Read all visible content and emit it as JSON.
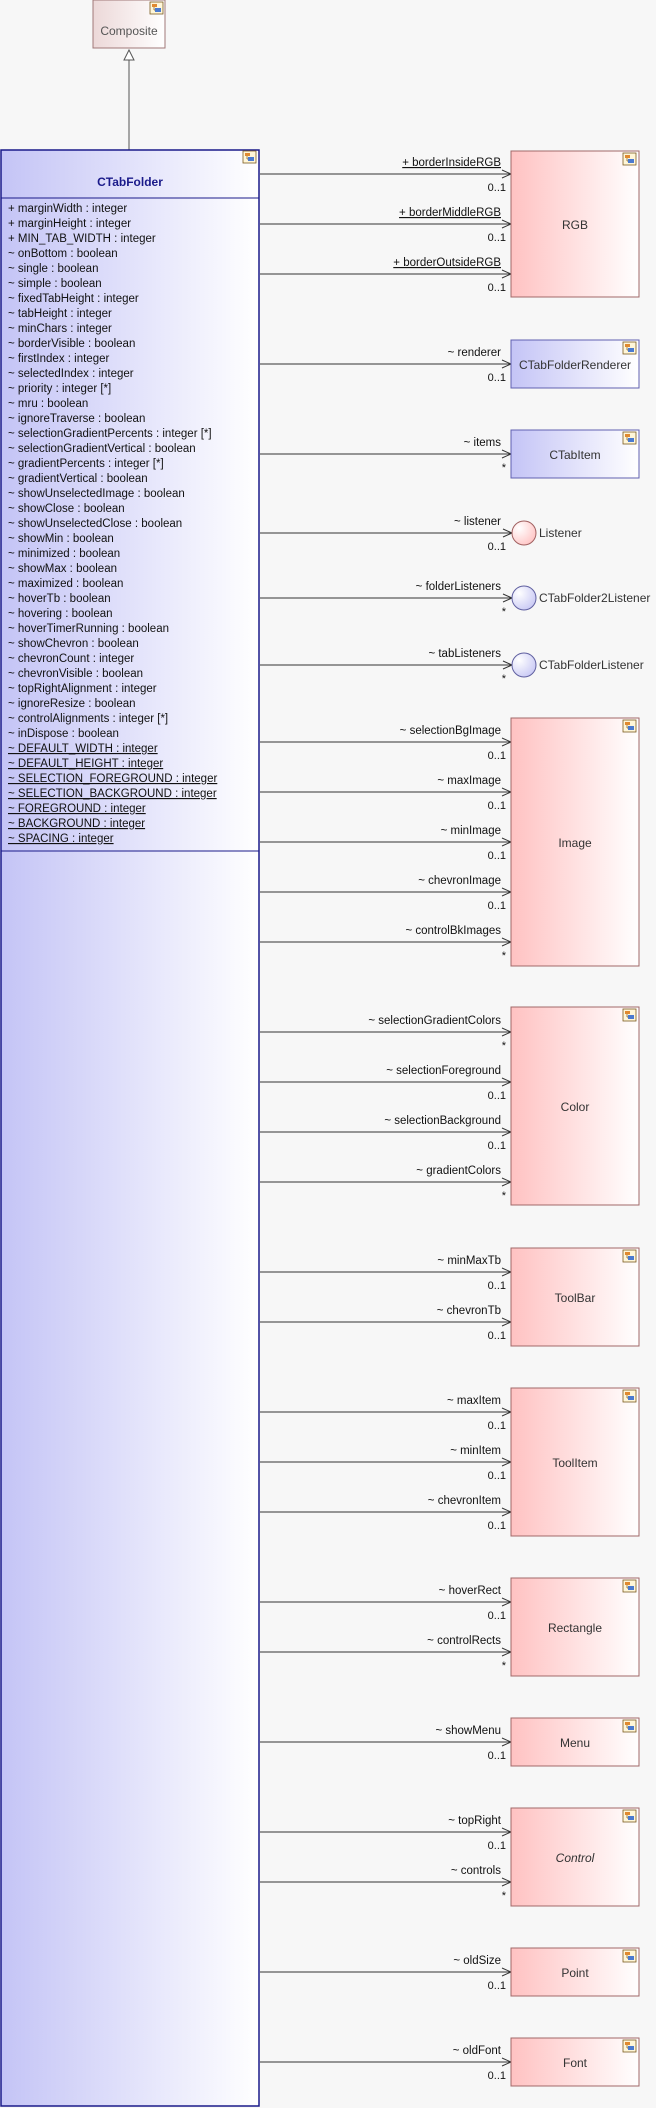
{
  "colors": {
    "blue_fill": "#c7c7f7",
    "blue_border": "#1a1a8a",
    "pink_fill": "#ffc4c4",
    "gray_fill": "#eedede",
    "title_blue": "#1a1a8a"
  },
  "icon": "class-stereotype-icon",
  "composite": {
    "name": "Composite"
  },
  "main": {
    "name": "CTabFolder",
    "attributes": [
      {
        "text": "+ marginWidth : integer",
        "underline": false
      },
      {
        "text": "+ marginHeight : integer",
        "underline": false
      },
      {
        "text": "+ MIN_TAB_WIDTH : integer",
        "underline": false
      },
      {
        "text": "~ onBottom : boolean",
        "underline": false
      },
      {
        "text": "~ single : boolean",
        "underline": false
      },
      {
        "text": "~ simple : boolean",
        "underline": false
      },
      {
        "text": "~ fixedTabHeight : integer",
        "underline": false
      },
      {
        "text": "~ tabHeight : integer",
        "underline": false
      },
      {
        "text": "~ minChars : integer",
        "underline": false
      },
      {
        "text": "~ borderVisible : boolean",
        "underline": false
      },
      {
        "text": "~ firstIndex : integer",
        "underline": false
      },
      {
        "text": "~ selectedIndex : integer",
        "underline": false
      },
      {
        "text": "~ priority : integer [*]",
        "underline": false
      },
      {
        "text": "~ mru : boolean",
        "underline": false
      },
      {
        "text": "~ ignoreTraverse : boolean",
        "underline": false
      },
      {
        "text": "~ selectionGradientPercents : integer [*]",
        "underline": false
      },
      {
        "text": "~ selectionGradientVertical : boolean",
        "underline": false
      },
      {
        "text": "~ gradientPercents : integer [*]",
        "underline": false
      },
      {
        "text": "~ gradientVertical : boolean",
        "underline": false
      },
      {
        "text": "~ showUnselectedImage : boolean",
        "underline": false
      },
      {
        "text": "~ showClose : boolean",
        "underline": false
      },
      {
        "text": "~ showUnselectedClose : boolean",
        "underline": false
      },
      {
        "text": "~ showMin : boolean",
        "underline": false
      },
      {
        "text": "~ minimized : boolean",
        "underline": false
      },
      {
        "text": "~ showMax : boolean",
        "underline": false
      },
      {
        "text": "~ maximized : boolean",
        "underline": false
      },
      {
        "text": "~ hoverTb : boolean",
        "underline": false
      },
      {
        "text": "~ hovering : boolean",
        "underline": false
      },
      {
        "text": "~ hoverTimerRunning : boolean",
        "underline": false
      },
      {
        "text": "~ showChevron : boolean",
        "underline": false
      },
      {
        "text": "~ chevronCount : integer",
        "underline": false
      },
      {
        "text": "~ chevronVisible : boolean",
        "underline": false
      },
      {
        "text": "~ topRightAlignment : integer",
        "underline": false
      },
      {
        "text": "~ ignoreResize : boolean",
        "underline": false
      },
      {
        "text": "~ controlAlignments : integer [*]",
        "underline": false
      },
      {
        "text": "~ inDispose : boolean",
        "underline": false
      },
      {
        "text": "~ DEFAULT_WIDTH : integer",
        "underline": true
      },
      {
        "text": "~ DEFAULT_HEIGHT : integer",
        "underline": true
      },
      {
        "text": "~ SELECTION_FOREGROUND : integer",
        "underline": true
      },
      {
        "text": "~ SELECTION_BACKGROUND : integer",
        "underline": true
      },
      {
        "text": "~ FOREGROUND : integer",
        "underline": true
      },
      {
        "text": "~ BACKGROUND : integer",
        "underline": true
      },
      {
        "text": "~ SPACING : integer",
        "underline": true
      }
    ]
  },
  "targets": [
    {
      "name": "RGB",
      "style": "pink",
      "italic": false,
      "associations": [
        {
          "role": "+ borderInsideRGB",
          "mult": "0..1",
          "underline": true
        },
        {
          "role": "+ borderMiddleRGB",
          "mult": "0..1",
          "underline": true
        },
        {
          "role": "+ borderOutsideRGB",
          "mult": "0..1",
          "underline": true
        }
      ]
    },
    {
      "name": "CTabFolderRenderer",
      "style": "blue",
      "italic": false,
      "associations": [
        {
          "role": "~ renderer",
          "mult": "0..1",
          "underline": false
        }
      ]
    },
    {
      "name": "CTabItem",
      "style": "blue",
      "italic": false,
      "associations": [
        {
          "role": "~ items",
          "mult": "*",
          "underline": false
        }
      ]
    },
    {
      "name": "Listener",
      "style": "interface-pink",
      "italic": false,
      "associations": [
        {
          "role": "~ listener",
          "mult": "0..1",
          "underline": false
        }
      ]
    },
    {
      "name": "CTabFolder2Listener",
      "style": "interface-blue",
      "italic": false,
      "associations": [
        {
          "role": "~ folderListeners",
          "mult": "*",
          "underline": false
        }
      ]
    },
    {
      "name": "CTabFolderListener",
      "style": "interface-blue",
      "italic": false,
      "associations": [
        {
          "role": "~ tabListeners",
          "mult": "*",
          "underline": false
        }
      ]
    },
    {
      "name": "Image",
      "style": "pink",
      "italic": false,
      "associations": [
        {
          "role": "~ selectionBgImage",
          "mult": "0..1",
          "underline": false
        },
        {
          "role": "~ maxImage",
          "mult": "0..1",
          "underline": false
        },
        {
          "role": "~ minImage",
          "mult": "0..1",
          "underline": false
        },
        {
          "role": "~ chevronImage",
          "mult": "0..1",
          "underline": false
        },
        {
          "role": "~ controlBkImages",
          "mult": "*",
          "underline": false
        }
      ]
    },
    {
      "name": "Color",
      "style": "pink",
      "italic": false,
      "associations": [
        {
          "role": "~ selectionGradientColors",
          "mult": "*",
          "underline": false
        },
        {
          "role": "~ selectionForeground",
          "mult": "0..1",
          "underline": false
        },
        {
          "role": "~ selectionBackground",
          "mult": "0..1",
          "underline": false
        },
        {
          "role": "~ gradientColors",
          "mult": "*",
          "underline": false
        }
      ]
    },
    {
      "name": "ToolBar",
      "style": "pink",
      "italic": false,
      "associations": [
        {
          "role": "~ minMaxTb",
          "mult": "0..1",
          "underline": false
        },
        {
          "role": "~ chevronTb",
          "mult": "0..1",
          "underline": false
        }
      ]
    },
    {
      "name": "ToolItem",
      "style": "pink",
      "italic": false,
      "associations": [
        {
          "role": "~ maxItem",
          "mult": "0..1",
          "underline": false
        },
        {
          "role": "~ minItem",
          "mult": "0..1",
          "underline": false
        },
        {
          "role": "~ chevronItem",
          "mult": "0..1",
          "underline": false
        }
      ]
    },
    {
      "name": "Rectangle",
      "style": "pink",
      "italic": false,
      "associations": [
        {
          "role": "~ hoverRect",
          "mult": "0..1",
          "underline": false
        },
        {
          "role": "~ controlRects",
          "mult": "*",
          "underline": false
        }
      ]
    },
    {
      "name": "Menu",
      "style": "pink",
      "italic": false,
      "associations": [
        {
          "role": "~ showMenu",
          "mult": "0..1",
          "underline": false
        }
      ]
    },
    {
      "name": "Control",
      "style": "pink",
      "italic": true,
      "associations": [
        {
          "role": "~ topRight",
          "mult": "0..1",
          "underline": false
        },
        {
          "role": "~ controls",
          "mult": "*",
          "underline": false
        }
      ]
    },
    {
      "name": "Point",
      "style": "pink",
      "italic": false,
      "associations": [
        {
          "role": "~ oldSize",
          "mult": "0..1",
          "underline": false
        }
      ]
    },
    {
      "name": "Font",
      "style": "pink",
      "italic": false,
      "associations": [
        {
          "role": "~ oldFont",
          "mult": "0..1",
          "underline": false
        }
      ]
    }
  ]
}
